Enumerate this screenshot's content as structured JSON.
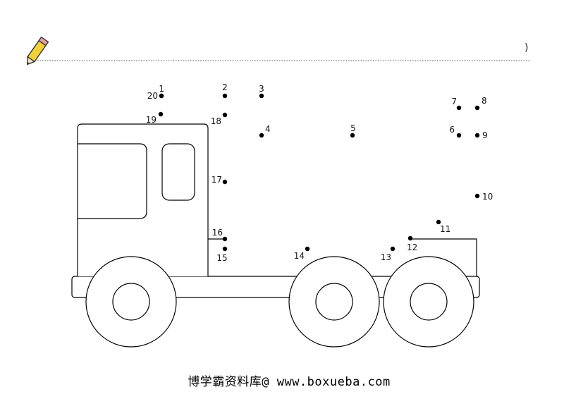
{
  "header": {
    "pencil_icon": "pencil-icon",
    "close_paren": ")"
  },
  "dots": [
    {
      "n": "1"
    },
    {
      "n": "2"
    },
    {
      "n": "3"
    },
    {
      "n": "4"
    },
    {
      "n": "5"
    },
    {
      "n": "6"
    },
    {
      "n": "7"
    },
    {
      "n": "8"
    },
    {
      "n": "9"
    },
    {
      "n": "10"
    },
    {
      "n": "11"
    },
    {
      "n": "12"
    },
    {
      "n": "13"
    },
    {
      "n": "14"
    },
    {
      "n": "15"
    },
    {
      "n": "16"
    },
    {
      "n": "17"
    },
    {
      "n": "18"
    },
    {
      "n": "19"
    },
    {
      "n": "20"
    }
  ],
  "footer": {
    "watermark": "博学霸资料库@ www.boxueba.com"
  },
  "colors": {
    "line": "#000000",
    "pencil_body": "#f2d23a",
    "pencil_tip": "#333333"
  }
}
